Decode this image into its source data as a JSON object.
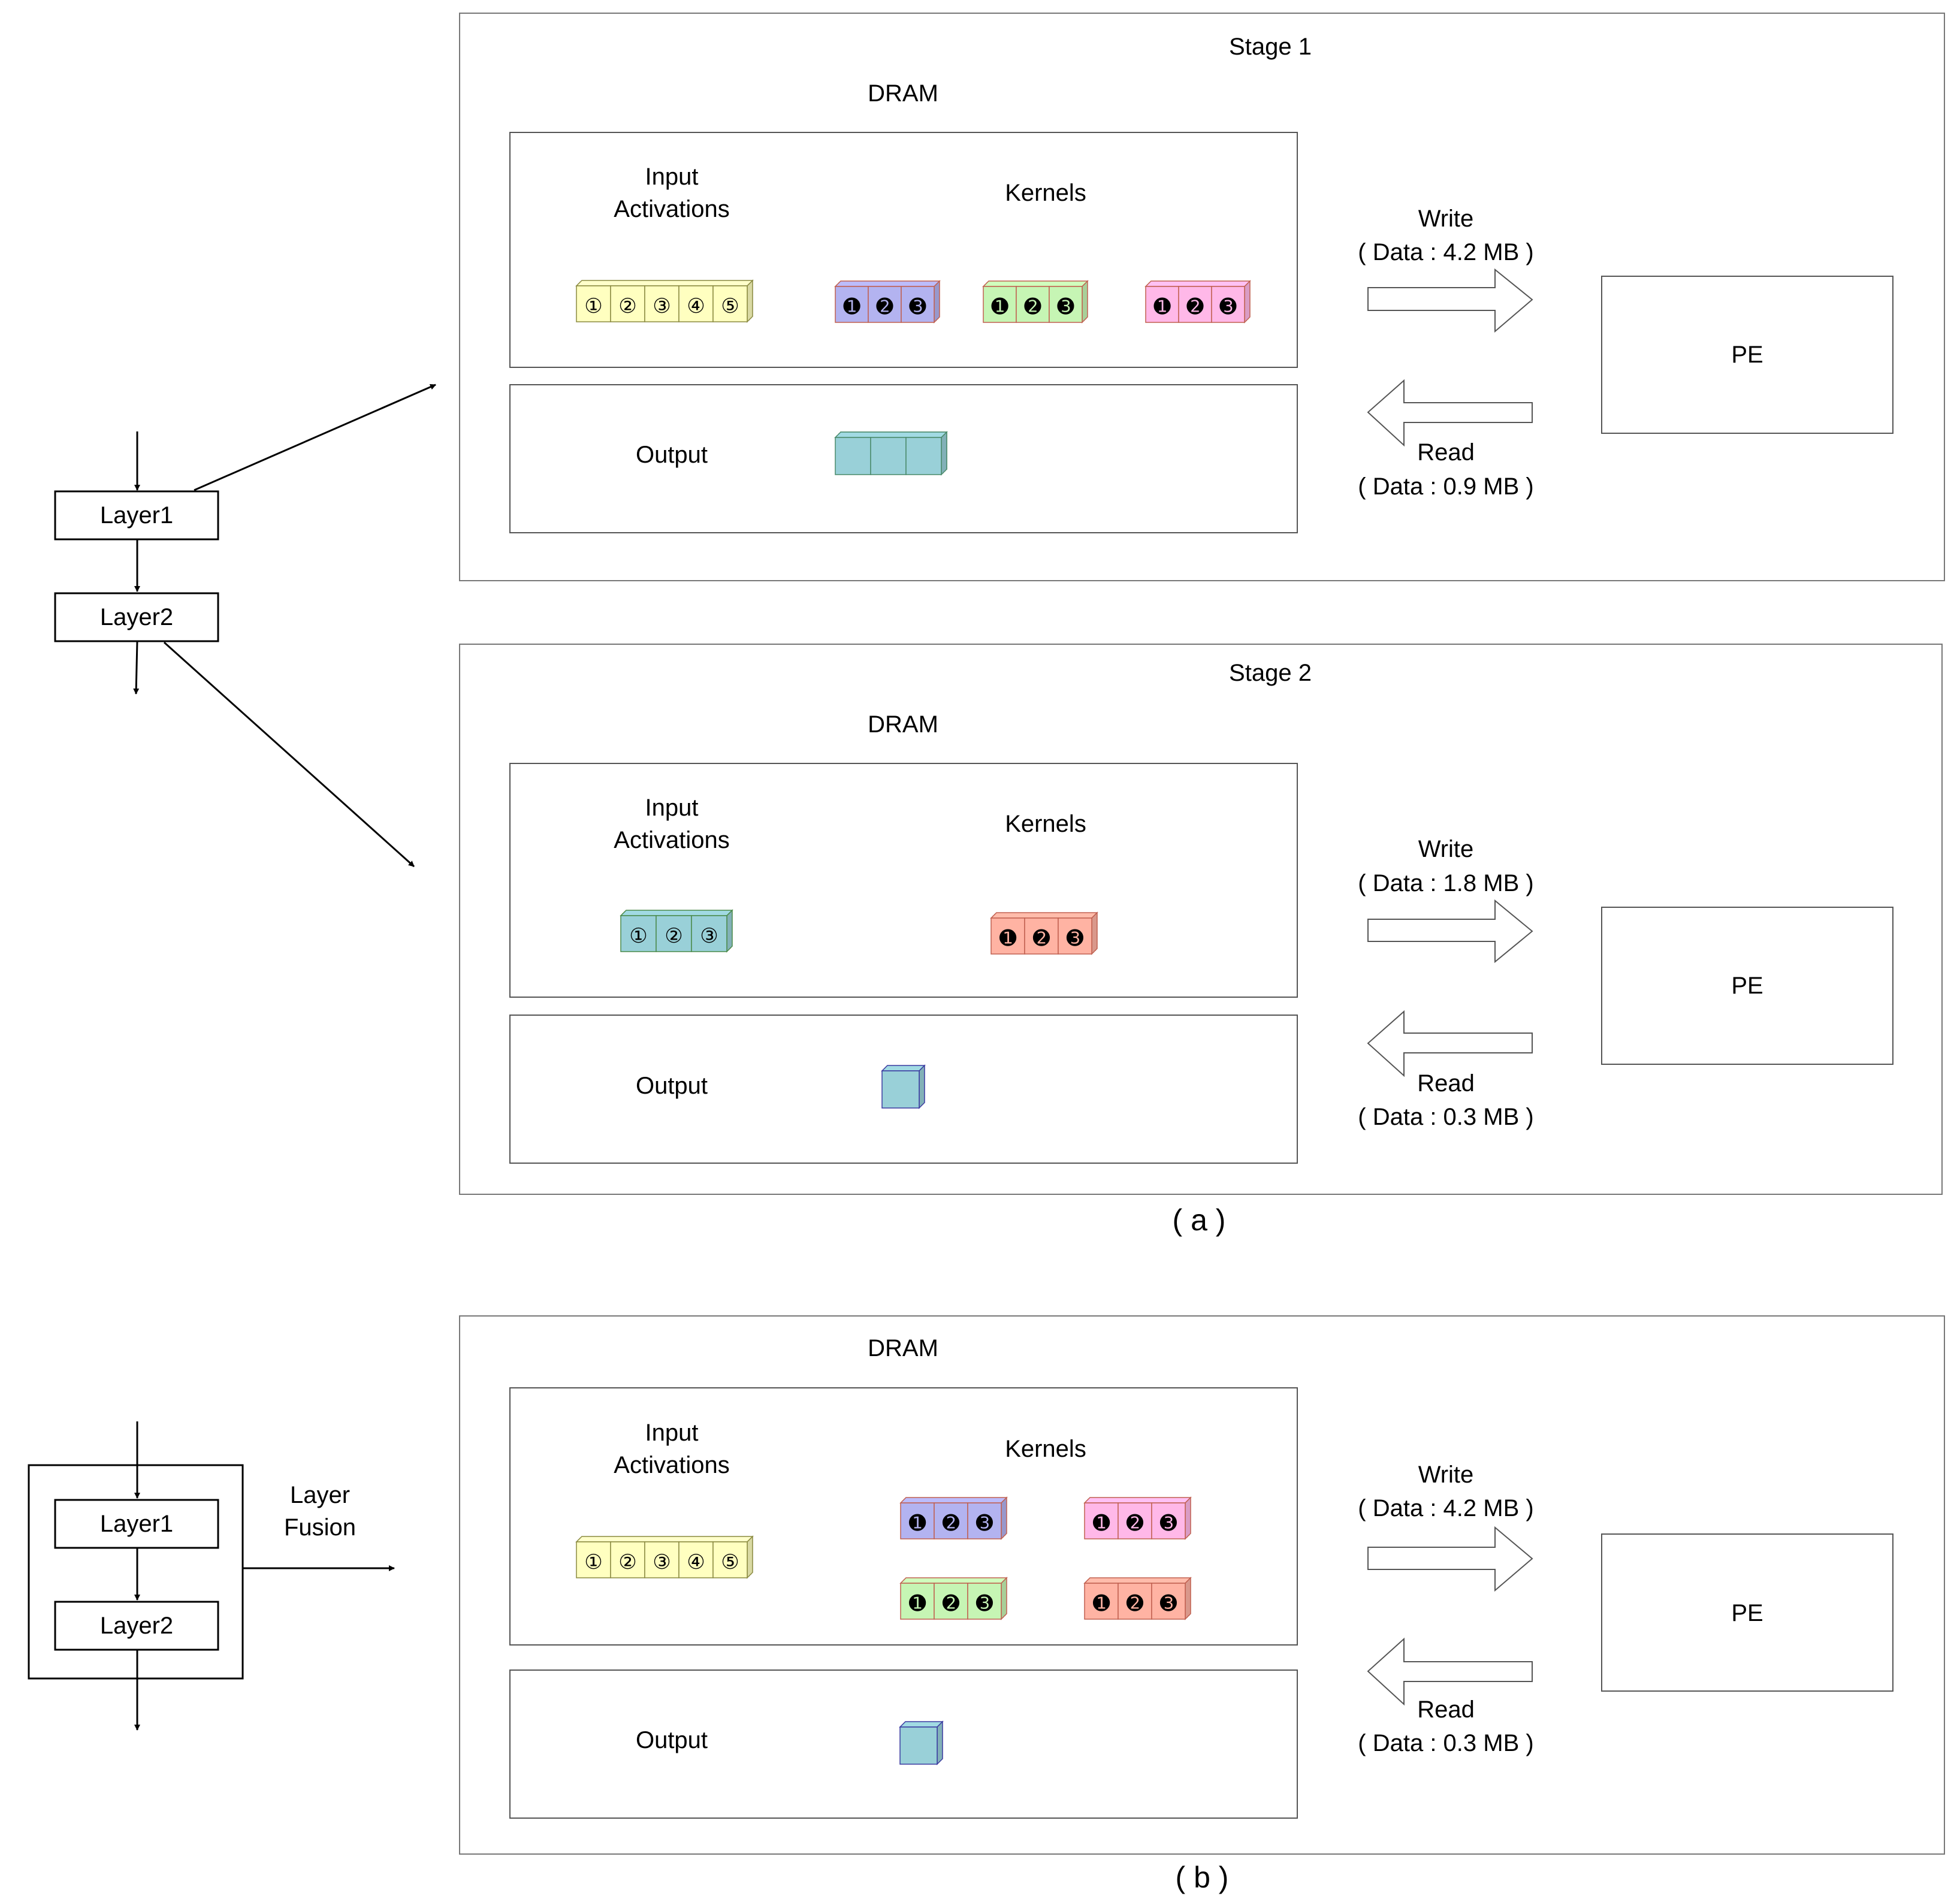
{
  "labels": {
    "dram": "DRAM",
    "input_line1": "Input",
    "input_line2": "Activations",
    "kernels": "Kernels",
    "output": "Output",
    "write": "Write",
    "read": "Read",
    "pe": "PE",
    "layer1": "Layer1",
    "layer2": "Layer2",
    "fusion_line1": "Layer",
    "fusion_line2": "Fusion"
  },
  "stages": [
    {
      "title": "Stage 1",
      "write_data": "( Data : 4.2 MB )",
      "read_data": "( Data : 0.9 MB )",
      "input_numbers": [
        "①",
        "②",
        "③",
        "④",
        "⑤"
      ],
      "input_color": "#ffffc0",
      "kernel_numbers": [
        "➊",
        "➋",
        "➌"
      ],
      "kernel_colors": [
        "#b3b3f0",
        "#c6f5b4",
        "#ffb8e8"
      ],
      "output_cubes": 3,
      "output_color": "#99d0d8"
    },
    {
      "title": "Stage 2",
      "write_data": "( Data : 1.8 MB )",
      "read_data": "( Data : 0.3 MB )",
      "input_numbers": [
        "①",
        "②",
        "③"
      ],
      "input_color": "#99d0d8",
      "kernel_numbers": [
        "➊",
        "➋",
        "➌"
      ],
      "kernel_colors": [
        "#ffb3a3"
      ],
      "output_cubes": 1,
      "output_color": "#99d0d8"
    }
  ],
  "fused": {
    "write_data": "( Data : 4.2 MB )",
    "read_data": "( Data : 0.3 MB )",
    "input_numbers": [
      "①",
      "②",
      "③",
      "④",
      "⑤"
    ],
    "input_color": "#ffffc0",
    "kernel_numbers": [
      "➊",
      "➋",
      "➌"
    ],
    "kernel_colors": [
      "#b3b3f0",
      "#ffb8e8",
      "#c6f5b4",
      "#ffb3a3"
    ],
    "output_cubes": 1,
    "output_color": "#99d0d8"
  },
  "captions": {
    "a": "( a )",
    "b": "( b )"
  }
}
